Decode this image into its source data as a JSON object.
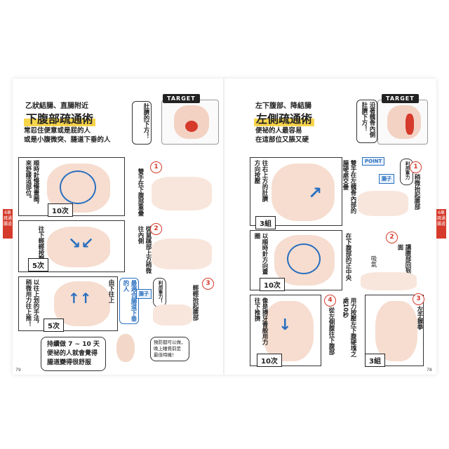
{
  "left": {
    "subhead": "乙狀結腸、直腸附近",
    "title": "下腹部疏通術",
    "desc1": "常忍住便意或是屁的人",
    "desc2": "或是小腹微突、腸道下垂的人",
    "target_label": "TARGET",
    "target_note": "肚臍的下方！",
    "step1_num": "1",
    "step1_text": "雙手在下腹部重疊",
    "step1_bubble": "順時針慢慢畫圈，來舒緩這部位。",
    "step1_count": "10次",
    "step2_num": "2",
    "step2_text": "從鼠蹊部上方稍微往內側",
    "step2_bubble": "往下輕輕按壓",
    "step2_count": "5次",
    "step3_num": "3",
    "step3_text": "輕輕抬起腰部",
    "step3_sub": "由下往上",
    "step3_bubble": "以往上划的手法，稍微用力往上推！",
    "step3_label": "最適合腸道下垂的人",
    "step3_sticker": "利用重力！",
    "step3_sticker2": "腸子",
    "step3_count": "5次",
    "summary": "持續做 7 ~ 10 天\n便祕的人就會覺得\n腸道變得很舒服",
    "summary_aside": "預防都可以做，\n晚上睡覺前是\n最佳時機！",
    "page_number": "79",
    "tab_label": "6章 疏通腸道"
  },
  "right": {
    "subhead": "左下腹部、降結腸",
    "title": "左側疏通術",
    "desc1": "便祕的人最容易",
    "desc2": "在這部位又脹又硬",
    "target_label": "TARGET",
    "target_note": "沿著髖骨內側肚臍下方！",
    "point_label": "POINT",
    "point_note": "利用重力",
    "point_sub": "腸子",
    "step1_num": "1",
    "step1_text": "稍微抬起腰部",
    "step1_bubble": "雙手在左髖骨內部的腸硬處交疊",
    "step1_bubble2": "往右上方的肚臍方向按壓",
    "step1_count": "3組",
    "step2_num": "2",
    "step2_text": "讓腰部回到地面",
    "step2_breath": "吸氣",
    "step2_bubble": "在下腹部的正中央",
    "step2_bubble2": "以順時針方向畫圈",
    "step2_count": "10次",
    "step3_num": "3",
    "step3_text": "左手握拳",
    "step3_bubble": "用力按壓左下腹硬塊之處10秒",
    "step3_count": "3組",
    "step4_num": "4",
    "step4_text": "從左側腹往下腹部",
    "step4_bubble": "像是擠牙膏般用力往下推擠",
    "step4_count": "10次",
    "page_number": "78",
    "tab_label": "6章 疏通腸道"
  }
}
